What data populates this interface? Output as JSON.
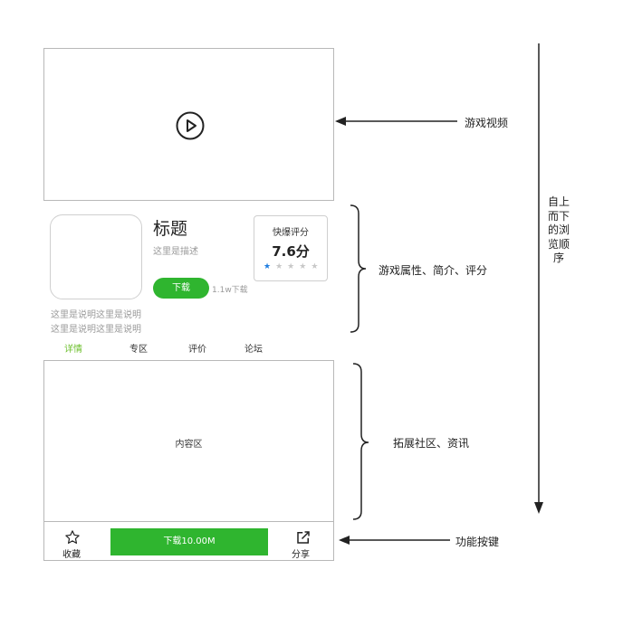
{
  "video": {
    "play_icon": "play-circle-icon"
  },
  "game": {
    "title": "标题",
    "description": "这里是描述",
    "download_label": "下载",
    "download_count": "1.1w下载",
    "rating": {
      "title": "快爆评分",
      "score": "7.6分",
      "stars_filled": 1,
      "stars_total": 5
    },
    "explanation": [
      "这里是说明这里是说明",
      "这里是说明这里是说明"
    ]
  },
  "tabs": [
    "详情",
    "专区",
    "评价",
    "论坛"
  ],
  "active_tab": "详情",
  "content": {
    "label": "内容区"
  },
  "bottom_bar": {
    "favorite_label": "收藏",
    "favorite_icon": "star-outline-icon",
    "download_label": "下载10.00M",
    "share_label": "分享",
    "share_icon": "share-external-icon"
  },
  "annotations": {
    "video": "游戏视频",
    "info": "游戏属性、简介、评分",
    "community": "拓展社区、资讯",
    "function": "功能按键",
    "order": "自上而下的浏览顺序"
  },
  "colors": {
    "accent_green": "#2fb52f",
    "tab_active": "#6cbf2c",
    "star_active": "#1f7de0",
    "border": "#b8b8b8"
  }
}
